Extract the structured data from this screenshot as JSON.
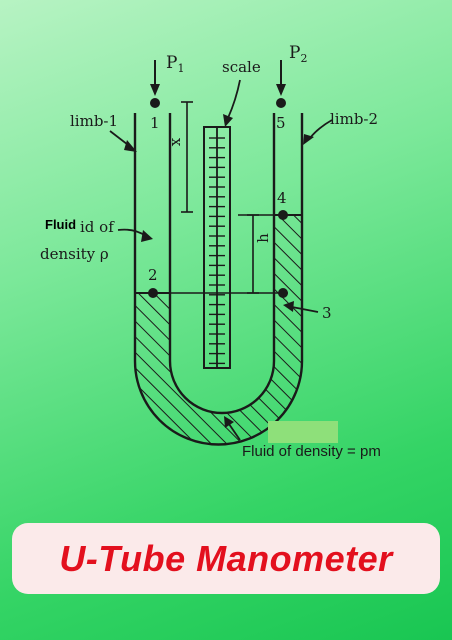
{
  "labels": {
    "p1": "P",
    "p1_sub": "1",
    "p2": "P",
    "p2_sub": "2",
    "scale": "scale",
    "limb1": "limb-1",
    "limb2": "limb-2",
    "point1": "1",
    "point2": "2",
    "point3": "3",
    "point4": "4",
    "point5": "5",
    "x": "x",
    "h": "h",
    "fluid_overlay": "Fluid",
    "fluid_line1_rest": "id of",
    "fluid_line2": "density ρ",
    "fluid_density_pm": "Fluid of density = pm"
  },
  "title": "U-Tube Manometer",
  "colors": {
    "title_text": "#e3101e",
    "title_box": "#fbeaea",
    "ink": "#1a1a1a",
    "highlight": "#8ee07a"
  }
}
